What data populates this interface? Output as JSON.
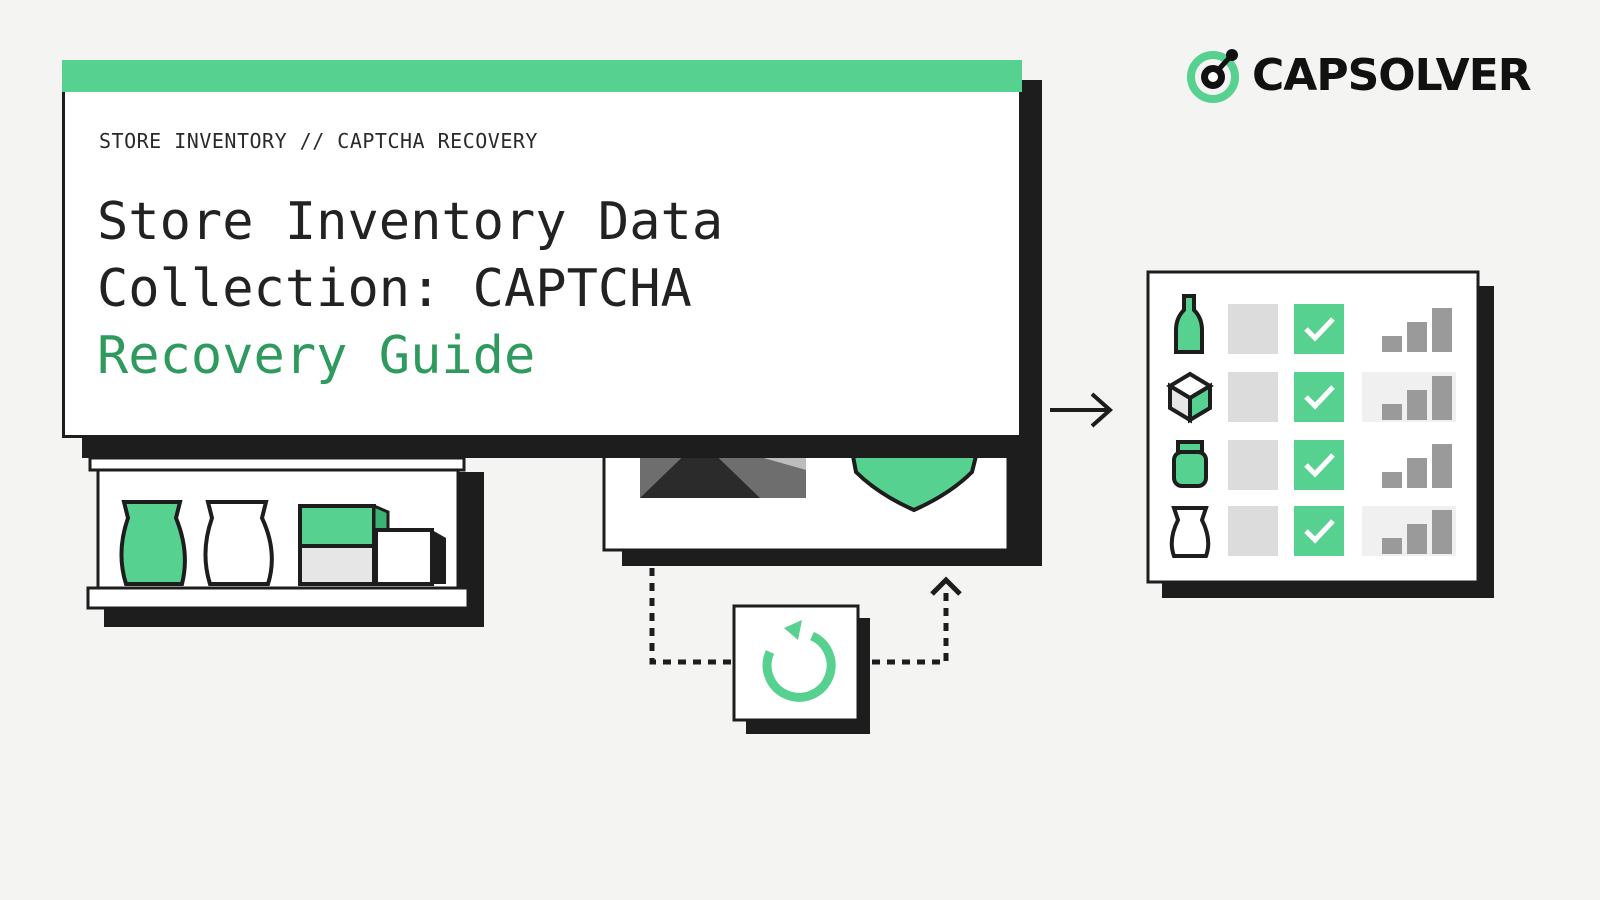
{
  "brand": {
    "name": "CAPSOLVER",
    "logo_icon": "capsolver-logo-icon",
    "accent_color": "#57d18f"
  },
  "title_card": {
    "eyebrow": "STORE INVENTORY // CAPTCHA RECOVERY",
    "headline_line_1": "Store Inventory Data",
    "headline_line_2": "Collection: CAPTCHA",
    "headline_line_3": "Recovery Guide",
    "accent_text_color": "#2e9a5e"
  },
  "illustration": {
    "shelf_items": [
      "bag-icon",
      "bag-icon",
      "box-icon",
      "box-icon"
    ],
    "captcha_panel_icons": [
      "image-puzzle-icon",
      "shield-icon"
    ],
    "retry_icon": "refresh-icon",
    "flow_arrow_icon": "arrow-right-icon",
    "inventory_rows": [
      {
        "icon": "bottle-icon",
        "verified": true
      },
      {
        "icon": "cube-icon",
        "verified": true
      },
      {
        "icon": "jar-icon",
        "verified": true
      },
      {
        "icon": "bag-icon",
        "verified": true
      }
    ],
    "colors": {
      "ink": "#1d1d1d",
      "green": "#57d18f",
      "grey": "#d9d9d9",
      "bar_grey": "#9a9a9a"
    }
  }
}
